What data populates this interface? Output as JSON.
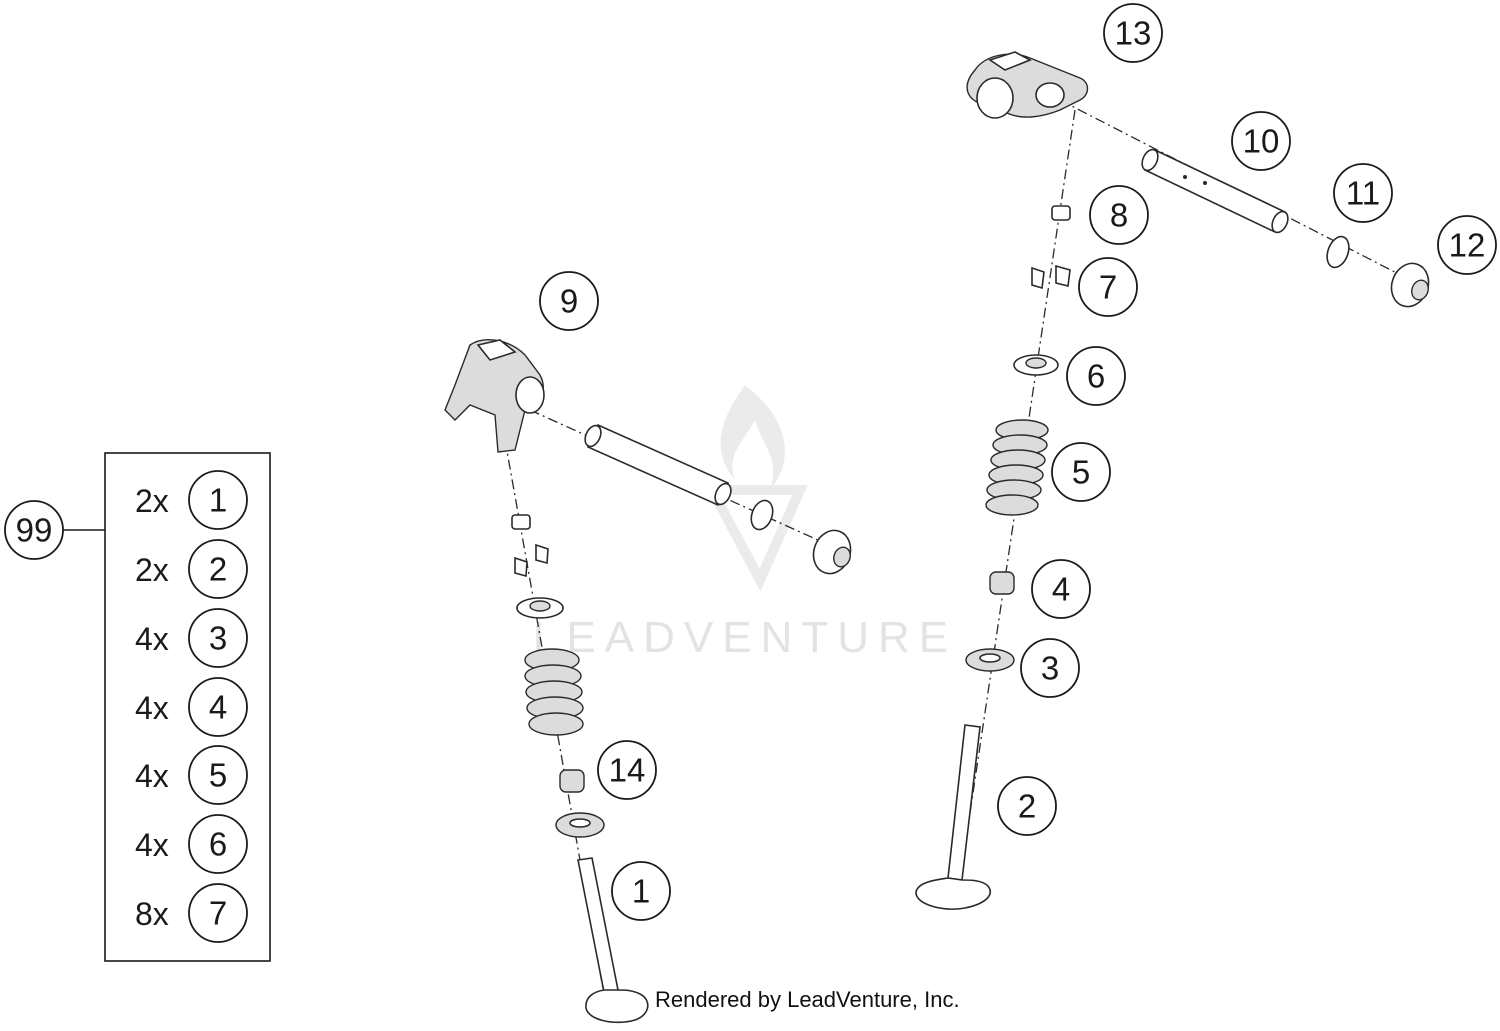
{
  "watermark": {
    "text": "LEADVENTURE"
  },
  "credit": "Rendered by LeadVenture, Inc.",
  "callouts": [
    "1",
    "2",
    "3",
    "4",
    "5",
    "6",
    "7",
    "8",
    "9",
    "10",
    "11",
    "12",
    "13",
    "14",
    "99"
  ],
  "kit": {
    "label": "99",
    "items": [
      {
        "qty": "2x",
        "ref": "1"
      },
      {
        "qty": "2x",
        "ref": "2"
      },
      {
        "qty": "4x",
        "ref": "3"
      },
      {
        "qty": "4x",
        "ref": "4"
      },
      {
        "qty": "4x",
        "ref": "5"
      },
      {
        "qty": "4x",
        "ref": "6"
      },
      {
        "qty": "8x",
        "ref": "7"
      }
    ]
  }
}
